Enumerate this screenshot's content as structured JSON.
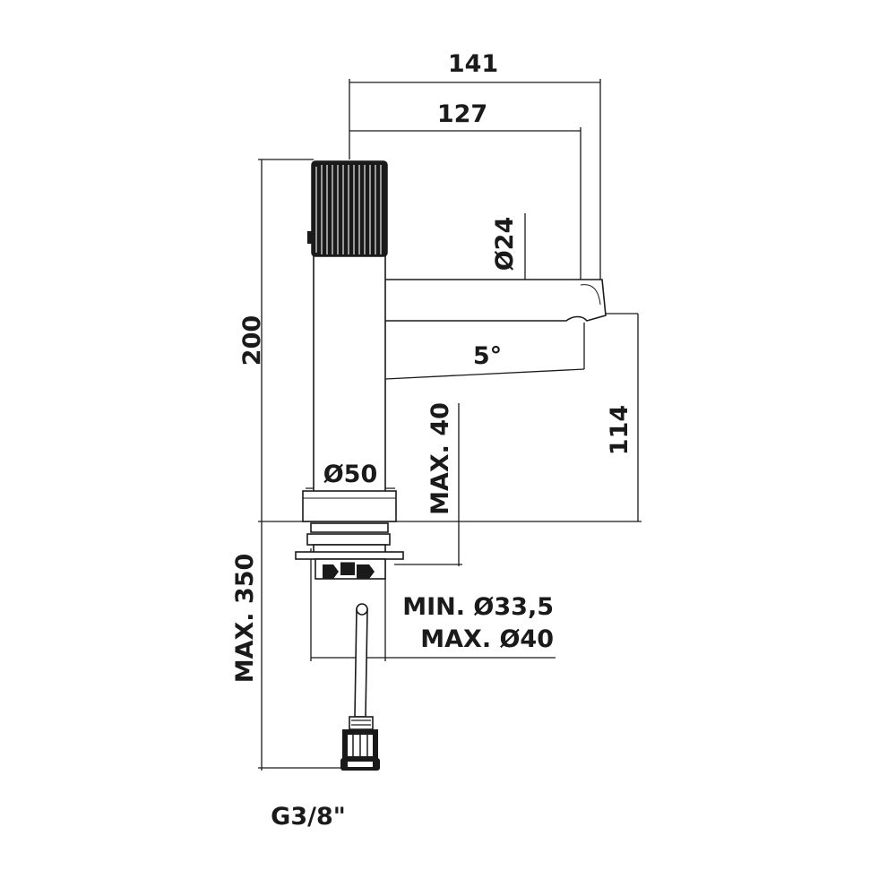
{
  "dimensions": {
    "overall_reach": "141",
    "spout_reach": "127",
    "spout_diameter": "Ø24",
    "spout_angle": "5°",
    "total_height": "200",
    "spout_height": "114",
    "deck_thickness": "MAX. 40",
    "base_diameter": "Ø50",
    "hole_min": "MIN. Ø33,5",
    "hole_max": "MAX. Ø40",
    "hose_length": "MAX. 350",
    "connection": "G3/8\""
  },
  "colors": {
    "line": "#1a1a1a",
    "background": "#ffffff"
  }
}
